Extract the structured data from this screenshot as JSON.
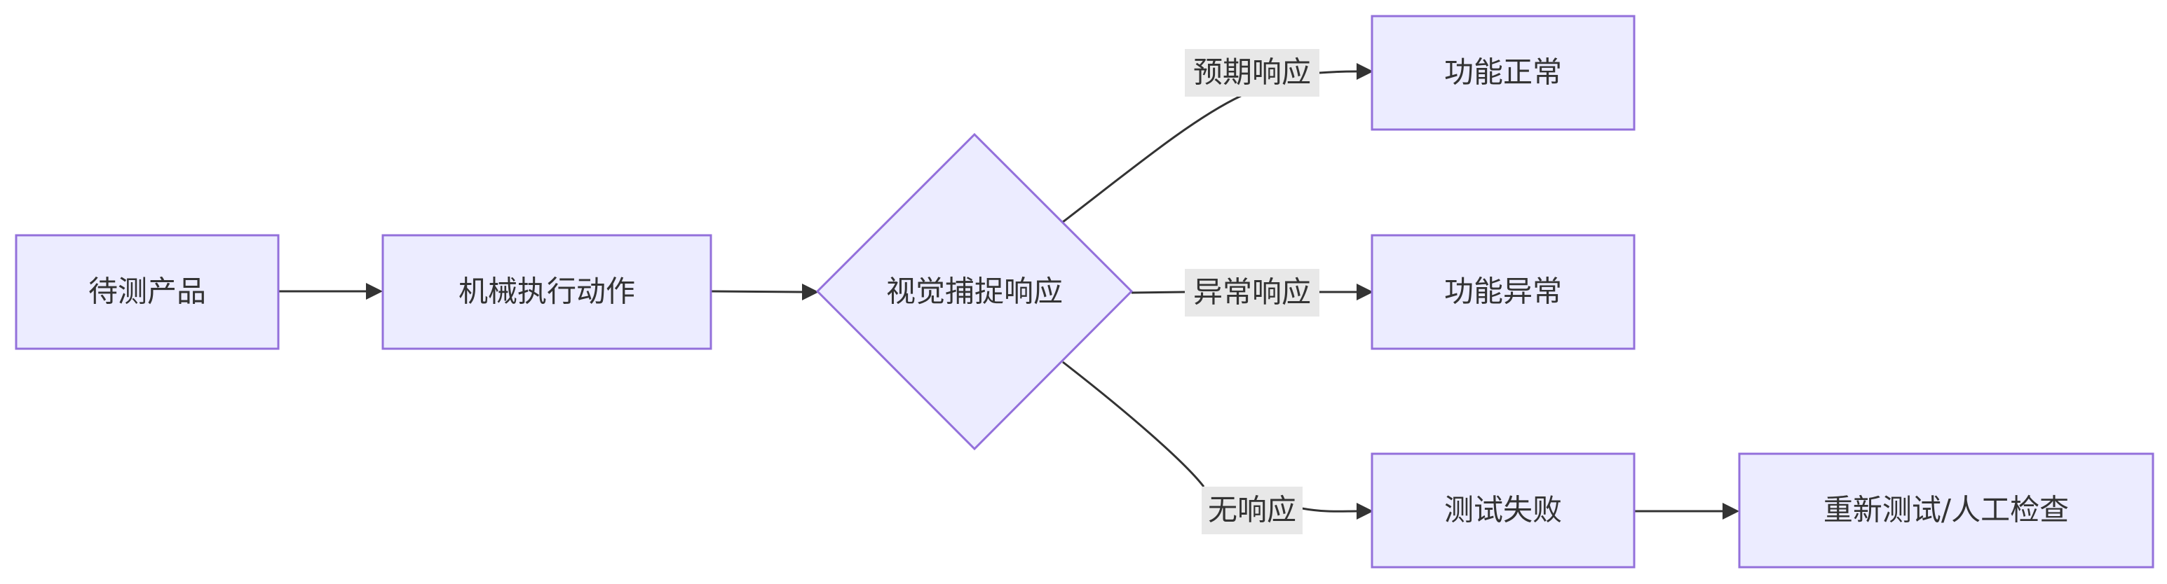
{
  "nodes": {
    "product": "待测产品",
    "mechanical": "机械执行动作",
    "visual": "视觉捕捉响应",
    "func_ok": "功能正常",
    "func_abnormal": "功能异常",
    "test_fail": "测试失败",
    "retest": "重新测试/人工检查"
  },
  "edges": {
    "expected": "预期响应",
    "abnormal": "异常响应",
    "none": "无响应"
  },
  "colors": {
    "node_fill": "#ececff",
    "node_stroke": "#9370db",
    "edge": "#333333",
    "label_bg": "#e8e8e8"
  }
}
